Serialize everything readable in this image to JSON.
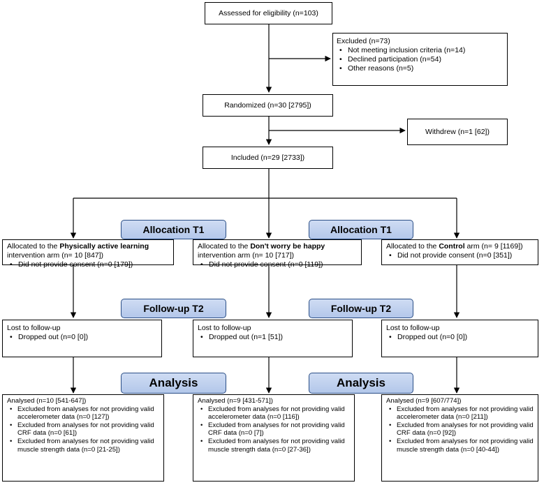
{
  "assessed": "Assessed for eligibility (n=103)",
  "excluded": {
    "title": "Excluded (n=73)",
    "items": [
      "Not meeting inclusion criteria (n=14)",
      "Declined participation (n=54)",
      "Other reasons (n=5)"
    ]
  },
  "randomized": "Randomized (n=30 [2795])",
  "withdrew": "Withdrew (n=1 [62])",
  "included": "Included (n=29 [2733])",
  "badges": {
    "allocation_left": "Allocation T1",
    "allocation_right": "Allocation T1",
    "followup_left": "Follow-up T2",
    "followup_right": "Follow-up T2",
    "analysis_left": "Analysis",
    "analysis_right": "Analysis"
  },
  "arms": [
    {
      "alloc_prefix": "Allocated to the ",
      "alloc_name": "Physically active learning",
      "alloc_suffix": " intervention arm (n= 10 [847])",
      "consent": "Did not provide consent (n=0 [179])",
      "lost_title": "Lost to follow-up",
      "dropped": "Dropped out (n=0 [0])",
      "analysed": "Analysed (n=10 [541-647])",
      "exclusions": [
        "Excluded from analyses for not providing valid accelerometer data (n=0 [127])",
        "Excluded from analyses for not providing valid CRF data (n=0 [61])",
        "Excluded from analyses for not providing valid muscle strength data (n=0 [21-25])"
      ]
    },
    {
      "alloc_prefix": "Allocated to the ",
      "alloc_name": "Don't worry be happy",
      "alloc_suffix": " intervention arm (n= 10 [717])",
      "consent": "Did not provide consent (n=0 [119])",
      "lost_title": "Lost to follow-up",
      "dropped": "Dropped out (n=1 [51])",
      "analysed": "Analysed (n=9 [431-571])",
      "exclusions": [
        "Excluded from analyses for not providing valid accelerometer data (n=0 [116])",
        "Excluded from analyses for not providing valid CRF data (n=0 [7])",
        "Excluded from analyses for not providing valid muscle strength data (n=0 [27-36])"
      ]
    },
    {
      "alloc_prefix": "Allocated to the ",
      "alloc_name": "Control",
      "alloc_suffix": " arm (n= 9 [1169])",
      "consent": "Did not provide consent (n=0 [351])",
      "lost_title": "Lost to follow-up",
      "dropped": "Dropped out (n=0 [0])",
      "analysed": "Analysed (n=9 [607/774])",
      "exclusions": [
        "Excluded from analyses for not providing valid accelerometer data (n=0 [211])",
        "Excluded from analyses for not providing valid CRF data (n=0 [92])",
        "Excluded from analyses for not providing valid muscle strength data (n=0 [40-44])"
      ]
    }
  ]
}
